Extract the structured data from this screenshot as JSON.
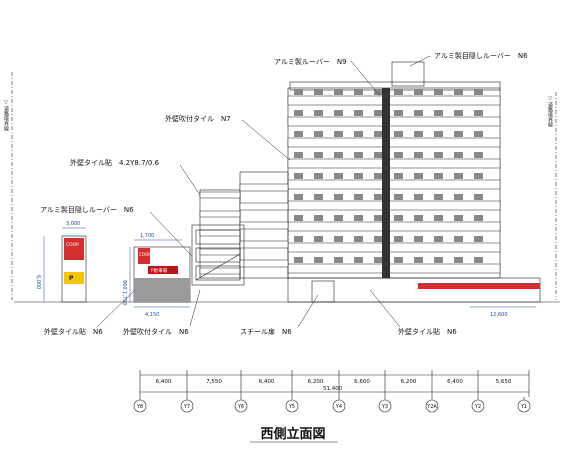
{
  "title": "西側立面図",
  "labels": {
    "alu_louver": "アルミ製ルーバー　N9",
    "alu_screen_louver_top": "アルミ製目隠しルーバー　N6",
    "ext_spray_tile_upper": "外壁吹付タイル　N7",
    "ext_tile_upper": "外壁タイル貼　4.2Y8.7/0.6",
    "alu_screen_louver_left": "アルミ製目隠しルーバー　N6",
    "ext_tile_bottom_left": "外壁タイル貼　N6",
    "ext_spray_tile_bottom": "外壁吹付タイル　N6",
    "steel_door": "スチール扉　N6",
    "ext_tile_bottom_right": "外壁タイル貼　N6"
  },
  "side_labels": {
    "left_boundary": "▽道路境界線",
    "right_boundary": "▽道路境界線"
  },
  "dimensions": {
    "sign_width": "3,000",
    "sign_height": "6,000",
    "parking_top": "1,700",
    "parking_side": "960 1,750",
    "parking_bottom": "4,150",
    "fence_length": "12,600"
  },
  "bays": [
    "6,400",
    "7,550",
    "6,400",
    "6,200",
    "6,600",
    "6,200",
    "6,400",
    "5,650"
  ],
  "total": "51,400",
  "axes": [
    "Y8",
    "Y7",
    "Y6",
    "Y5",
    "Y4",
    "Y3",
    "Y2A",
    "Y2",
    "Y1"
  ],
  "signs": {
    "coop_tall": "COOP",
    "parking": "P",
    "coop_small": "COOP",
    "parking_panel": "P駐車場"
  }
}
